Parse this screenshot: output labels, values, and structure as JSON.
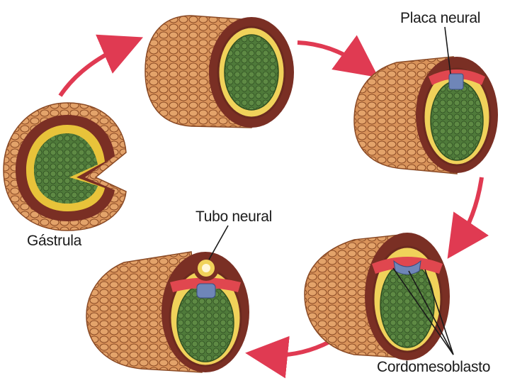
{
  "labels": {
    "gastrula": "Gástrula",
    "neural_plate": "Placa neural",
    "neural_tube": "Tubo neural",
    "chordomesoblast": "Cordomesoblasto"
  },
  "colors": {
    "background": "#ffffff",
    "ectoderm_cells": "#d9935a",
    "cell_outline": "#8a4a25",
    "cross_section_ring": "#7a2f24",
    "mesoderm_band": "#e8c33a",
    "endoderm_core": "#4f7a3a",
    "neural_tissue": "#6f86b8",
    "notochord_band": "#e0474f",
    "arrow": "#e03a52"
  },
  "stages": [
    {
      "id": "gastrula",
      "icon": "gastrula-embryo-icon"
    },
    {
      "id": "early-neurula",
      "icon": "early-neurula-embryo-icon"
    },
    {
      "id": "neural-plate-stage",
      "icon": "neural-plate-embryo-icon"
    },
    {
      "id": "neural-groove-stage",
      "icon": "neural-groove-embryo-icon"
    },
    {
      "id": "neural-tube-stage",
      "icon": "neural-tube-embryo-icon"
    }
  ]
}
